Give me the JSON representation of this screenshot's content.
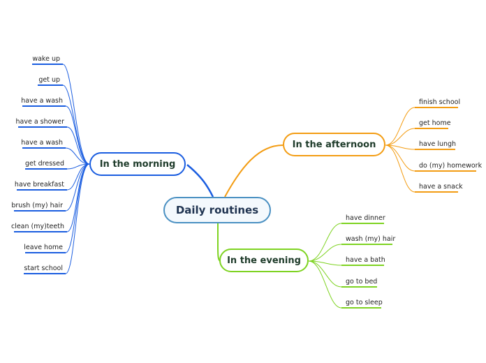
{
  "central_topic": "Daily routines",
  "colors": {
    "morning": "#1a5de0",
    "afternoon": "#f39c12",
    "evening": "#7ed321",
    "central_border": "#4a90c2"
  },
  "branches": {
    "morning": {
      "label": "In the morning",
      "items": [
        "wake up",
        "get up",
        "have a wash",
        "have a shower",
        "have a wash",
        "get dressed",
        "have breakfast",
        "brush (my) hair",
        "clean (my)teeth",
        "leave home",
        "start school"
      ]
    },
    "afternoon": {
      "label": "In the afternoon",
      "items": [
        "finish school",
        "get home",
        "have lungh",
        "do (my) homework",
        "have a snack"
      ]
    },
    "evening": {
      "label": "In the evening",
      "items": [
        "have dinner",
        "wash (my) hair",
        "have a bath",
        "go to bed",
        "go to sleep"
      ]
    }
  }
}
